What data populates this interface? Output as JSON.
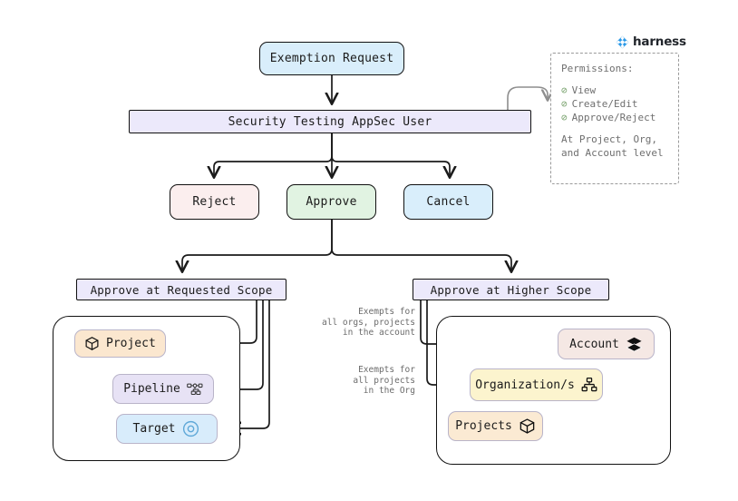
{
  "brand": {
    "name": "harness",
    "logo_icon": "harness-diamond-icon",
    "color": "#2c9ae8"
  },
  "flow": {
    "start": {
      "label": "Exemption Request",
      "color": "#d9eefb"
    },
    "actor": {
      "label": "Security Testing AppSec User",
      "color": "#ece9fb"
    },
    "decisions": [
      {
        "id": "reject",
        "label": "Reject",
        "color": "#fbeeee"
      },
      {
        "id": "approve",
        "label": "Approve",
        "color": "#e1f3e2"
      },
      {
        "id": "cancel",
        "label": "Cancel",
        "color": "#d9eefb"
      }
    ],
    "scopes": [
      {
        "id": "requested",
        "label": "Approve at Requested Scope",
        "color": "#ece9fb"
      },
      {
        "id": "higher",
        "label": "Approve at Higher Scope",
        "color": "#ece9fb"
      }
    ]
  },
  "requested_scope_group": {
    "nodes": [
      {
        "id": "project",
        "label": "Project",
        "icon": "cube-icon",
        "icon_side": "left",
        "color": "#fbe7cf"
      },
      {
        "id": "pipeline",
        "label": "Pipeline",
        "icon": "pipeline-icon",
        "icon_side": "right",
        "color": "#e7e2f5"
      },
      {
        "id": "target",
        "label": "Target",
        "icon": "target-icon",
        "icon_side": "right",
        "color": "#d8ecfb"
      }
    ]
  },
  "higher_scope_group": {
    "nodes": [
      {
        "id": "account",
        "label": "Account",
        "icon": "layers-icon",
        "icon_side": "right",
        "color": "#f5e8e4"
      },
      {
        "id": "orgs",
        "label": "Organization/s",
        "icon": "org-chart-icon",
        "icon_side": "right",
        "color": "#fcf4ce"
      },
      {
        "id": "projects",
        "label": "Projects",
        "icon": "cube-icon",
        "icon_side": "right",
        "color": "#fbead3"
      }
    ],
    "edge_labels": [
      {
        "id": "account-exempt",
        "text": "Exempts for\nall orgs, projects\nin the account"
      },
      {
        "id": "org-exempt",
        "text": "Exempts for\nall projects\nin the Org"
      }
    ]
  },
  "permissions": {
    "title": "Permissions:",
    "items": [
      {
        "label": "View",
        "icon": "check-circle-icon"
      },
      {
        "label": "Create/Edit",
        "icon": "check-circle-icon"
      },
      {
        "label": "Approve/Reject",
        "icon": "check-circle-icon"
      }
    ],
    "footer": "At Project, Org,\nand Account level",
    "check_glyph": "⊘"
  }
}
